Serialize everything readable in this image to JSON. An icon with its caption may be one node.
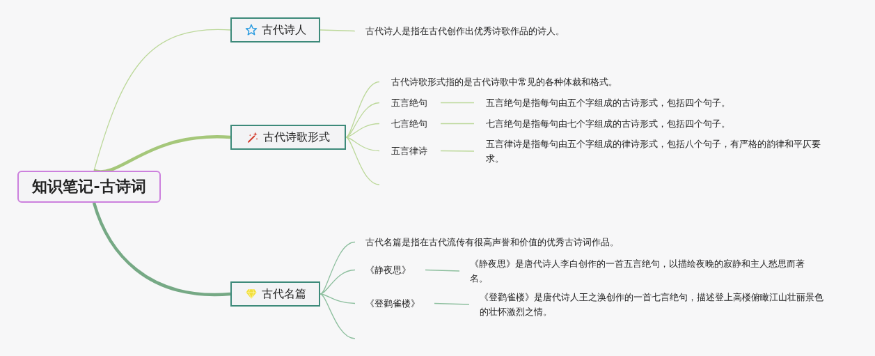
{
  "diagram": {
    "nodes": [
      {
        "text": [
          "知识笔记-古诗词"
        ]
      },
      {
        "text": [
          "古代诗人"
        ]
      },
      {
        "text": [
          "古代诗人是指在古代创作出优秀诗歌作品的诗人。"
        ]
      },
      {
        "text": [
          "古代诗歌形式"
        ]
      },
      {
        "text": [
          "古代诗歌形式指的是古代诗歌中常见的各种体裁和格式。"
        ]
      },
      {
        "text": [
          "五言绝句"
        ]
      },
      {
        "text": [
          "五言绝句是指每句由五个字组成的古诗形式，包括四个句子。"
        ]
      },
      {
        "text": [
          "七言绝句"
        ]
      },
      {
        "text": [
          "七言绝句是指每句由七个字组成的古诗形式，包括四个句子。"
        ]
      },
      {
        "text": [
          "五言律诗"
        ]
      },
      {
        "text": [
          "五言律诗是指每句由五个字组成的律诗形式，包括八个句子，有严格的韵律和平仄要求。"
        ]
      },
      {
        "text": [
          "古代名篇"
        ]
      },
      {
        "text": [
          "古代名篇是指在古代流传有很高声誉和价值的优秀古诗词作品。"
        ]
      },
      {
        "text": [
          "《静夜思》"
        ]
      },
      {
        "text": [
          "《静夜思》是唐代诗人李白创作的一首五言绝句，以描绘夜晚的寂静和主人愁思而著名。"
        ]
      },
      {
        "text": [
          "《登鹳雀楼》"
        ]
      },
      {
        "text": [
          "《登鹳雀楼》是唐代诗人王之涣创作的一首七言绝句，描述登上高楼俯瞰江山壮丽景色的壮怀激烈之情。"
        ]
      }
    ],
    "edges": [
      {
        "from": 0,
        "to": 1,
        "arrow": "none"
      },
      {
        "from": 1,
        "to": 2,
        "arrow": "none"
      },
      {
        "from": 0,
        "to": 3,
        "arrow": "none",
        "style": "thick",
        "color": "#a5c77a"
      },
      {
        "from": 3,
        "to": 4,
        "arrow": "none"
      },
      {
        "from": 3,
        "to": 5,
        "arrow": "none"
      },
      {
        "from": 5,
        "to": 6,
        "arrow": "none"
      },
      {
        "from": 3,
        "to": 7,
        "arrow": "none"
      },
      {
        "from": 7,
        "to": 8,
        "arrow": "none"
      },
      {
        "from": 3,
        "to": 9,
        "arrow": "none"
      },
      {
        "from": 9,
        "to": 10,
        "arrow": "none"
      },
      {
        "from": 3,
        "to": null,
        "arrow": "none"
      },
      {
        "from": 0,
        "to": 11,
        "arrow": "none",
        "style": "thick",
        "color": "#76a985"
      },
      {
        "from": 11,
        "to": 12,
        "arrow": "none",
        "color": "#8dbf9e"
      },
      {
        "from": 11,
        "to": 13,
        "arrow": "none",
        "color": "#8dbf9e"
      },
      {
        "from": 13,
        "to": 14,
        "arrow": "none",
        "color": "#8dbf9e"
      },
      {
        "from": 11,
        "to": 15,
        "arrow": "none",
        "color": "#8dbf9e"
      },
      {
        "from": 15,
        "to": 16,
        "arrow": "none",
        "color": "#8dbf9e"
      },
      {
        "from": 11,
        "to": null,
        "arrow": "none",
        "color": "#8dbf9e"
      }
    ]
  }
}
